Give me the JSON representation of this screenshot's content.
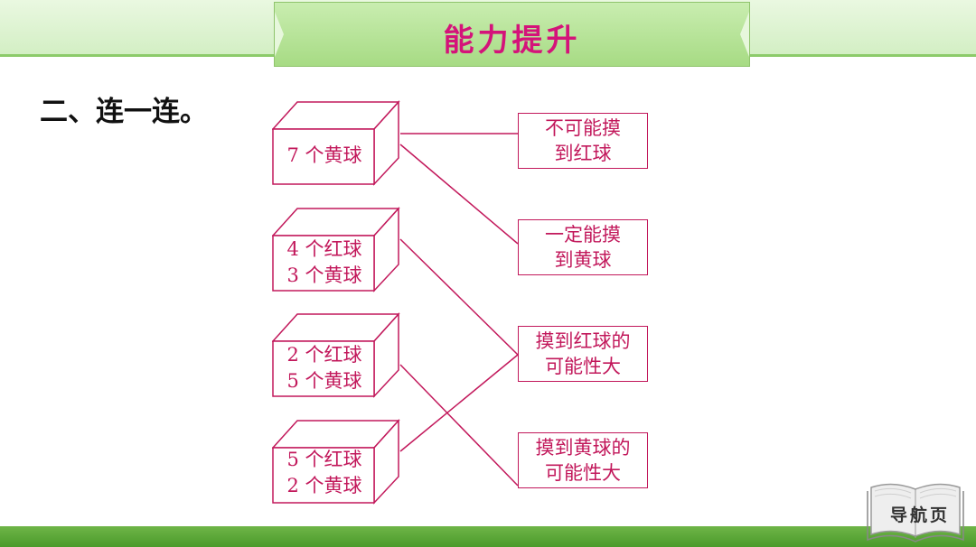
{
  "slide": {
    "title": "能力提升",
    "exercise_heading": "二、连一连。",
    "boxes": [
      {
        "lines": [
          "7 个黄球"
        ]
      },
      {
        "lines": [
          "4 个红球",
          "3 个黄球"
        ]
      },
      {
        "lines": [
          "2 个红球",
          "5 个黄球"
        ]
      },
      {
        "lines": [
          "5 个红球",
          "2 个黄球"
        ]
      }
    ],
    "options": [
      {
        "lines": [
          "不可能摸",
          "到红球"
        ]
      },
      {
        "lines": [
          "一定能摸",
          "到黄球"
        ]
      },
      {
        "lines": [
          "摸到红球的",
          "可能性大"
        ]
      },
      {
        "lines": [
          "摸到黄球的",
          "可能性大"
        ]
      }
    ],
    "matches": [
      {
        "box": 1,
        "option": 1
      },
      {
        "box": 1,
        "option": 2
      },
      {
        "box": 2,
        "option": 3
      },
      {
        "box": 3,
        "option": 4
      },
      {
        "box": 4,
        "option": 3
      }
    ],
    "nav_label": "导航页"
  },
  "colors": {
    "accent": "#c2185b",
    "title": "#d4137a",
    "banner": "#b5e396",
    "bottom_bar": "#5aa836"
  }
}
